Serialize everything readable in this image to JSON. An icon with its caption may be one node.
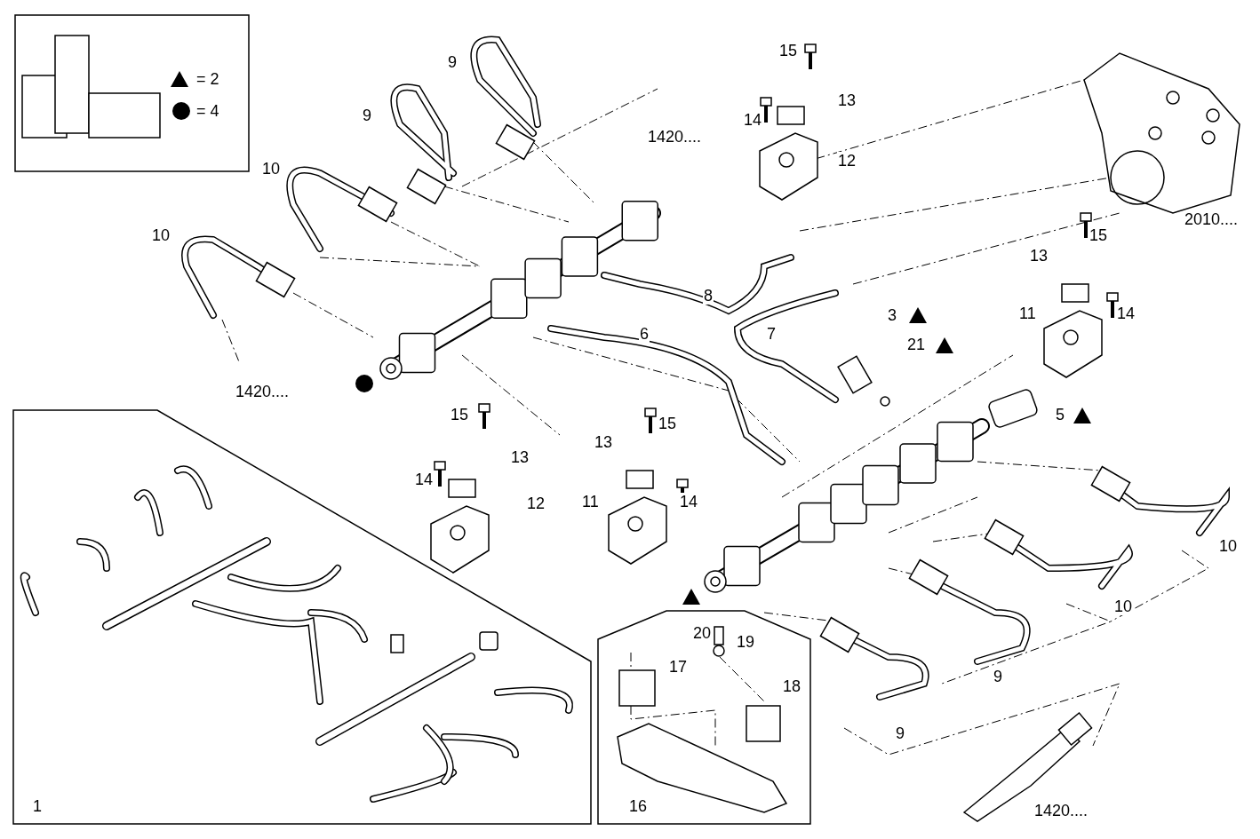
{
  "diagram": {
    "labels": [
      "9",
      "15",
      "13",
      "9",
      "14",
      "1420....",
      "12",
      "10",
      "10",
      "15",
      "2010....",
      "13",
      "8",
      "11",
      "3",
      "14",
      "7",
      "6",
      "21",
      "1420....",
      "5",
      "15",
      "15",
      "13",
      "13",
      "14",
      "11",
      "14",
      "12",
      "10",
      "10",
      "20",
      "19",
      "17",
      "9",
      "18",
      "9",
      "1",
      "16",
      "1420...."
    ],
    "legend": [
      {
        "text": "= 2"
      },
      {
        "text": "= 4"
      }
    ]
  }
}
